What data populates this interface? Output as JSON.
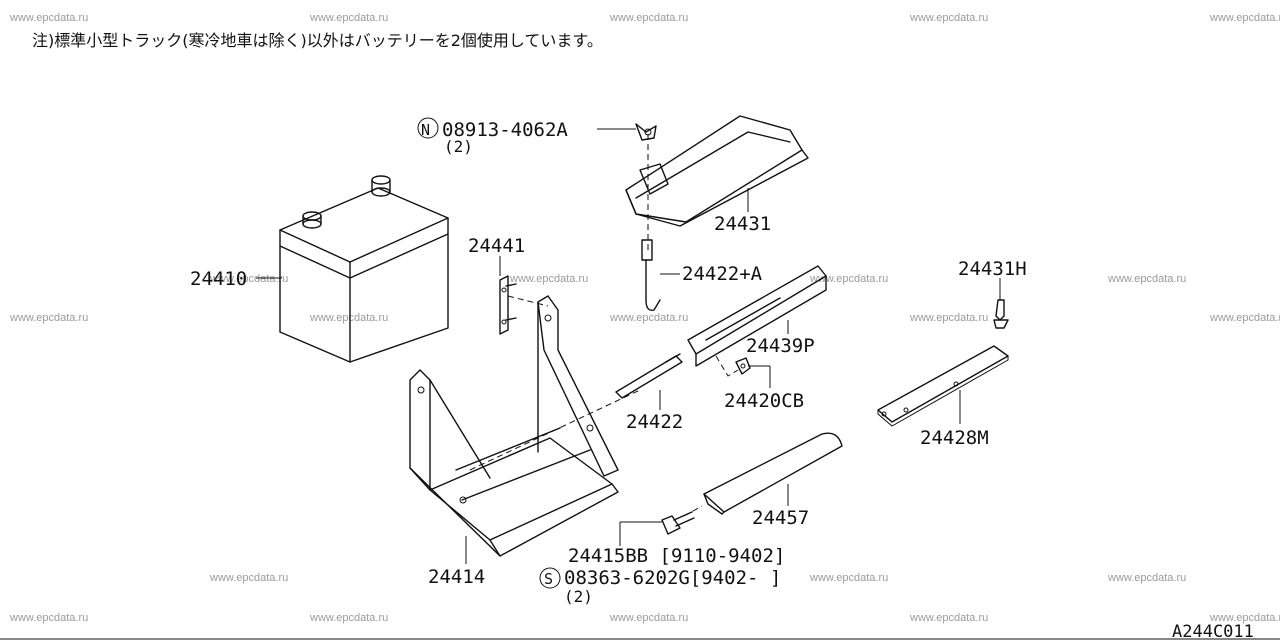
{
  "note": "注)標準小型トラック(寒冷地車は除く)以外はバッテリーを2個使用しています。",
  "diagram_code": "A244C011",
  "watermark": "www.epcdata.ru",
  "callouts": {
    "c08913": {
      "prefix": "N",
      "text": "08913-4062A",
      "qty": "(2)"
    },
    "c24431": {
      "text": "24431"
    },
    "c24422A": {
      "text": "24422+A"
    },
    "c24441": {
      "text": "24441"
    },
    "c24410": {
      "text": "24410"
    },
    "c24431H": {
      "text": "24431H"
    },
    "c24439P": {
      "text": "24439P"
    },
    "c24420CB": {
      "text": "24420CB"
    },
    "c24422": {
      "text": "24422"
    },
    "c24428M": {
      "text": "24428M"
    },
    "c24457": {
      "text": "24457"
    },
    "c24415BB": {
      "text": "24415BB [9110-9402]"
    },
    "c24414": {
      "text": "24414"
    },
    "c08363": {
      "prefix": "S",
      "text": "08363-6202G[9402-    ]",
      "qty": "(2)"
    }
  }
}
